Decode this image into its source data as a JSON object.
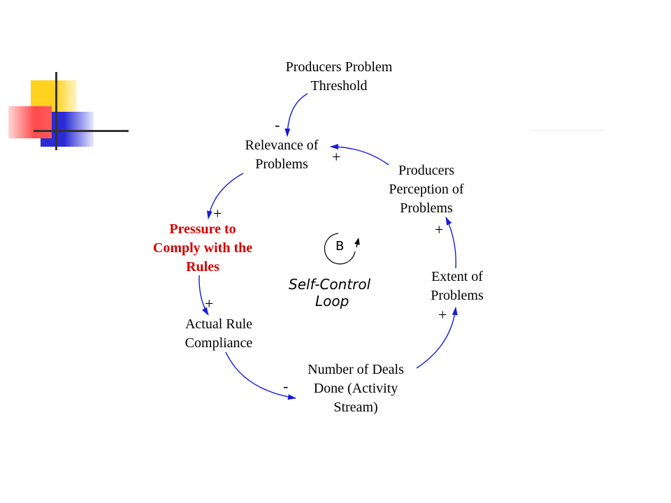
{
  "nodes": {
    "threshold": {
      "lines": [
        "Producers Problem",
        "Threshold"
      ]
    },
    "relevance": {
      "lines": [
        "Relevance of",
        "Problems"
      ]
    },
    "perception": {
      "lines": [
        "Producers",
        "Perception of",
        "Problems"
      ]
    },
    "pressure": {
      "lines": [
        "Pressure to",
        "Comply with the",
        "Rules"
      ]
    },
    "extent": {
      "lines": [
        "Extent of",
        "Problems"
      ]
    },
    "compliance": {
      "lines": [
        "Actual Rule",
        "Compliance"
      ]
    },
    "deals": {
      "lines": [
        "Number of Deals",
        "Done (Activity",
        "Stream)"
      ]
    }
  },
  "loop": {
    "symbol": "B",
    "label_lines": [
      "Self-Control",
      "Loop"
    ]
  },
  "signs": {
    "threshold_to_relevance": "-",
    "perception_to_relevance": "+",
    "relevance_to_pressure": "+",
    "extent_to_perception": "+",
    "pressure_to_compliance": "+",
    "deals_to_extent": "+",
    "compliance_to_deals": "-"
  },
  "colors": {
    "arrow": "#1a1ad8",
    "highlight_text": "#d40000",
    "deco_yellow": "#ffd21f",
    "deco_blue": "#2b2bd6",
    "deco_red": "#ff4a4a"
  }
}
